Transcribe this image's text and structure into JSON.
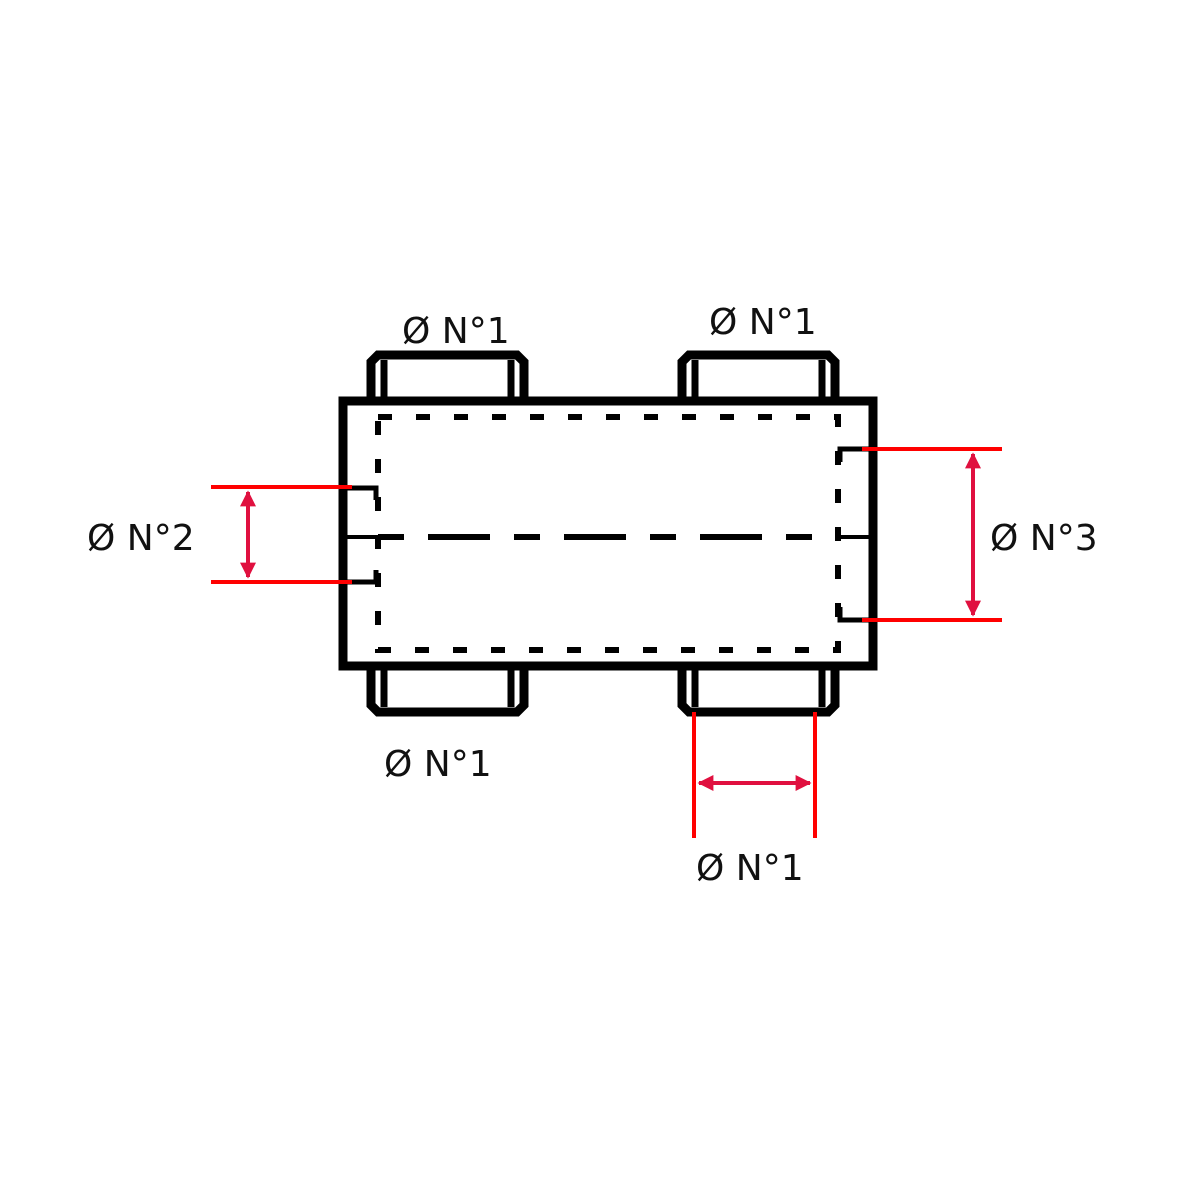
{
  "diagram": {
    "title": "",
    "colors": {
      "outline": "#000000",
      "dimension_line": "#ff0000",
      "arrow": "#e0103f",
      "text": "#111111",
      "background": "#ffffff"
    },
    "labels": {
      "top_left_port": "Ø N°1",
      "top_right_port": "Ø N°1",
      "bottom_left_port": "Ø N°1",
      "bottom_right_port": "Ø N°1",
      "left_port": "Ø N°2",
      "right_port": "Ø N°3"
    },
    "components": [
      {
        "id": "body",
        "type": "rectangular-block"
      },
      {
        "id": "port-top-left",
        "type": "nipple"
      },
      {
        "id": "port-top-right",
        "type": "nipple"
      },
      {
        "id": "port-bottom-left",
        "type": "nipple"
      },
      {
        "id": "port-bottom-right",
        "type": "nipple"
      },
      {
        "id": "port-left",
        "type": "bore",
        "dimension": "Ø N°2"
      },
      {
        "id": "port-right",
        "type": "bore",
        "dimension": "Ø N°3"
      }
    ]
  }
}
